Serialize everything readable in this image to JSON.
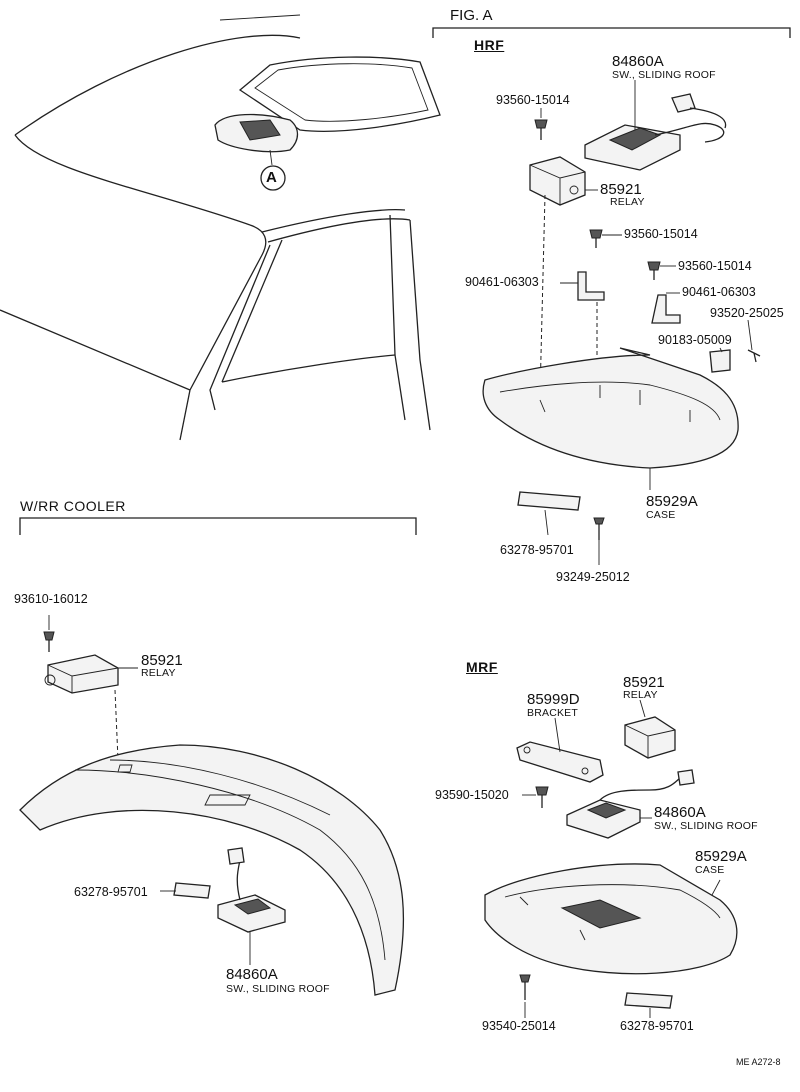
{
  "figure": {
    "fig_label": "FIG. A",
    "circle_callout": "A",
    "catalog_code": "ME  A272-8"
  },
  "sections": {
    "hrf": "HRF",
    "mrf": "MRF",
    "rr_cooler": "W/RR  COOLER"
  },
  "hrf_parts": {
    "sw_number": "84860A",
    "sw_name": "SW., SLIDING ROOF",
    "screw1": "93560-15014",
    "relay_number": "85921",
    "relay_name": "RELAY",
    "screw2": "93560-15014",
    "screw3": "93560-15014",
    "bracket_left": "90461-06303",
    "bracket_right": "90461-06303",
    "screw4": "93520-25025",
    "clip": "90183-05009",
    "case_number": "85929A",
    "case_name": "CASE",
    "pad": "63278-95701",
    "screw5": "93249-25012"
  },
  "rr_parts": {
    "screw": "93610-16012",
    "relay_number": "85921",
    "relay_name": "RELAY",
    "pad": "63278-95701",
    "sw_number": "84860A",
    "sw_name": "SW., SLIDING ROOF"
  },
  "mrf_parts": {
    "relay_number": "85921",
    "relay_name": "RELAY",
    "bracket_number": "85999D",
    "bracket_name": "BRACKET",
    "screw1": "93590-15020",
    "sw_number": "84860A",
    "sw_name": "SW., SLIDING ROOF",
    "case_number": "85929A",
    "case_name": "CASE",
    "screw2": "93540-25014",
    "pad": "63278-95701"
  }
}
